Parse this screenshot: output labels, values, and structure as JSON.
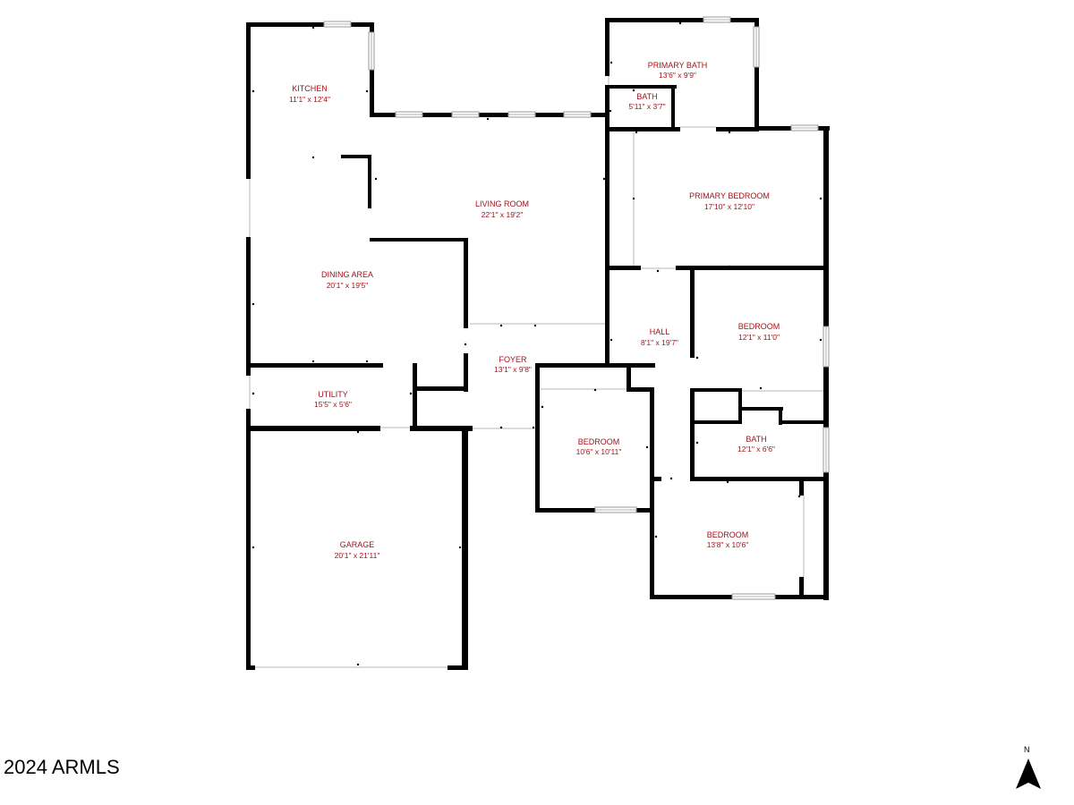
{
  "rooms": [
    {
      "id": "kitchen",
      "name": "KITCHEN",
      "dims": "11'1\" x 12'4\""
    },
    {
      "id": "living-room",
      "name": "LIVING ROOM",
      "dims": "22'1\" x 19'2\""
    },
    {
      "id": "primary-bath",
      "name": "PRIMARY BATH",
      "dims": "13'6\" x 9'9\""
    },
    {
      "id": "primary-bath-small",
      "name": "BATH",
      "dims": "5'11\" x 3'7\""
    },
    {
      "id": "primary-bedroom",
      "name": "PRIMARY BEDROOM",
      "dims": "17'10\" x 12'10\""
    },
    {
      "id": "dining-area",
      "name": "DINING AREA",
      "dims": "20'1\" x 19'5\""
    },
    {
      "id": "hall",
      "name": "HALL",
      "dims": "8'1\" x 19'7\""
    },
    {
      "id": "bedroom-east",
      "name": "BEDROOM",
      "dims": "12'1\" x 11'0\""
    },
    {
      "id": "foyer",
      "name": "FOYER",
      "dims": "13'1\" x 9'8\""
    },
    {
      "id": "utility",
      "name": "UTILITY",
      "dims": "15'5\" x 5'6\""
    },
    {
      "id": "bath-hall",
      "name": "BATH",
      "dims": "12'1\" x 6'6\""
    },
    {
      "id": "bedroom-center",
      "name": "BEDROOM",
      "dims": "10'6\" x 10'11\""
    },
    {
      "id": "bedroom-south",
      "name": "BEDROOM",
      "dims": "13'8\" x 10'6\""
    },
    {
      "id": "garage",
      "name": "GARAGE",
      "dims": "20'1\" x 21'11\""
    }
  ],
  "copyright": "2024 ARMLS",
  "compass": {
    "label": "N"
  },
  "colors": {
    "label": "#a5121b",
    "wall": "#000000",
    "window": "#9a9a9a"
  }
}
